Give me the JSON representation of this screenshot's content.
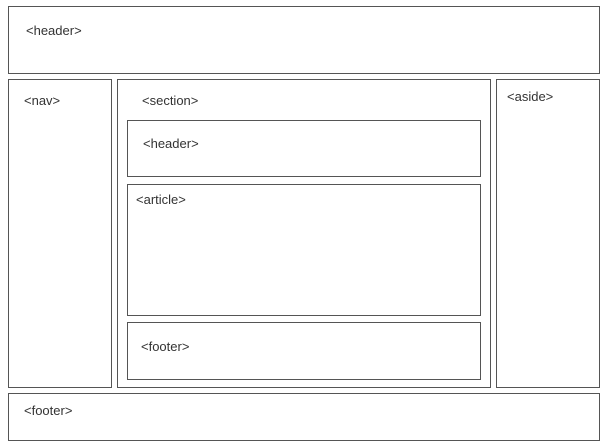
{
  "diagram": {
    "header": {
      "label": "<header>"
    },
    "nav": {
      "label": "<nav>"
    },
    "section": {
      "label": "<section>",
      "header": {
        "label": "<header>"
      },
      "article": {
        "label": "<article>"
      },
      "footer": {
        "label": "<footer>"
      }
    },
    "aside": {
      "label": "<aside>"
    },
    "footer": {
      "label": "<footer>"
    }
  },
  "colors": {
    "border": "#555555",
    "text": "#333333",
    "background": "#ffffff"
  }
}
